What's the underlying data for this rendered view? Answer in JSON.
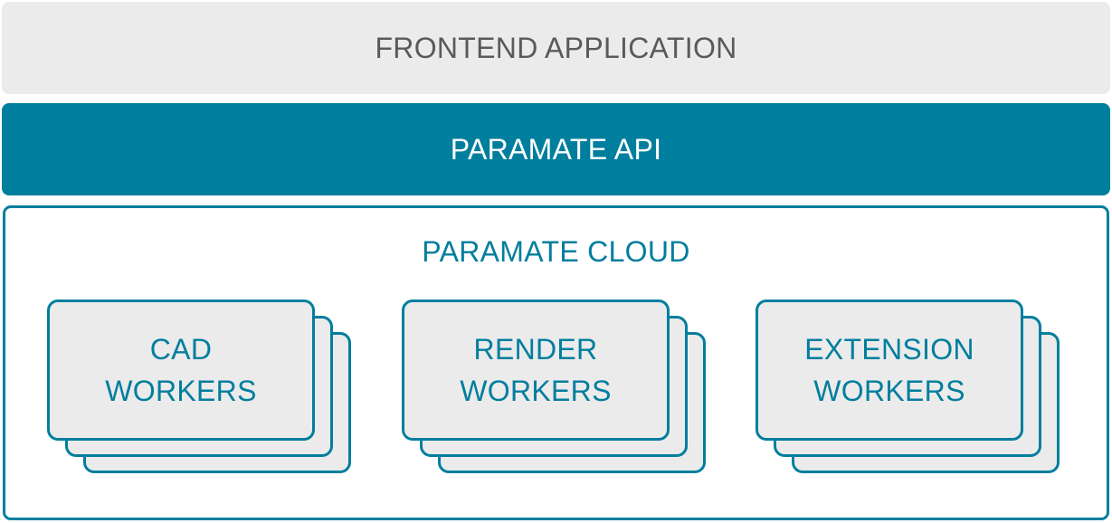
{
  "layers": {
    "frontend": "FRONTEND APPLICATION",
    "api": "PARAMATE API",
    "cloud": "PARAMATE CLOUD"
  },
  "workers": [
    {
      "line1": "CAD",
      "line2": "WORKERS"
    },
    {
      "line1": "RENDER",
      "line2": "WORKERS"
    },
    {
      "line1": "EXTENSION",
      "line2": "WORKERS"
    }
  ],
  "colors": {
    "accent": "#007e9e",
    "light_gray": "#ebebeb",
    "frontend_text": "#5a5a5a"
  }
}
